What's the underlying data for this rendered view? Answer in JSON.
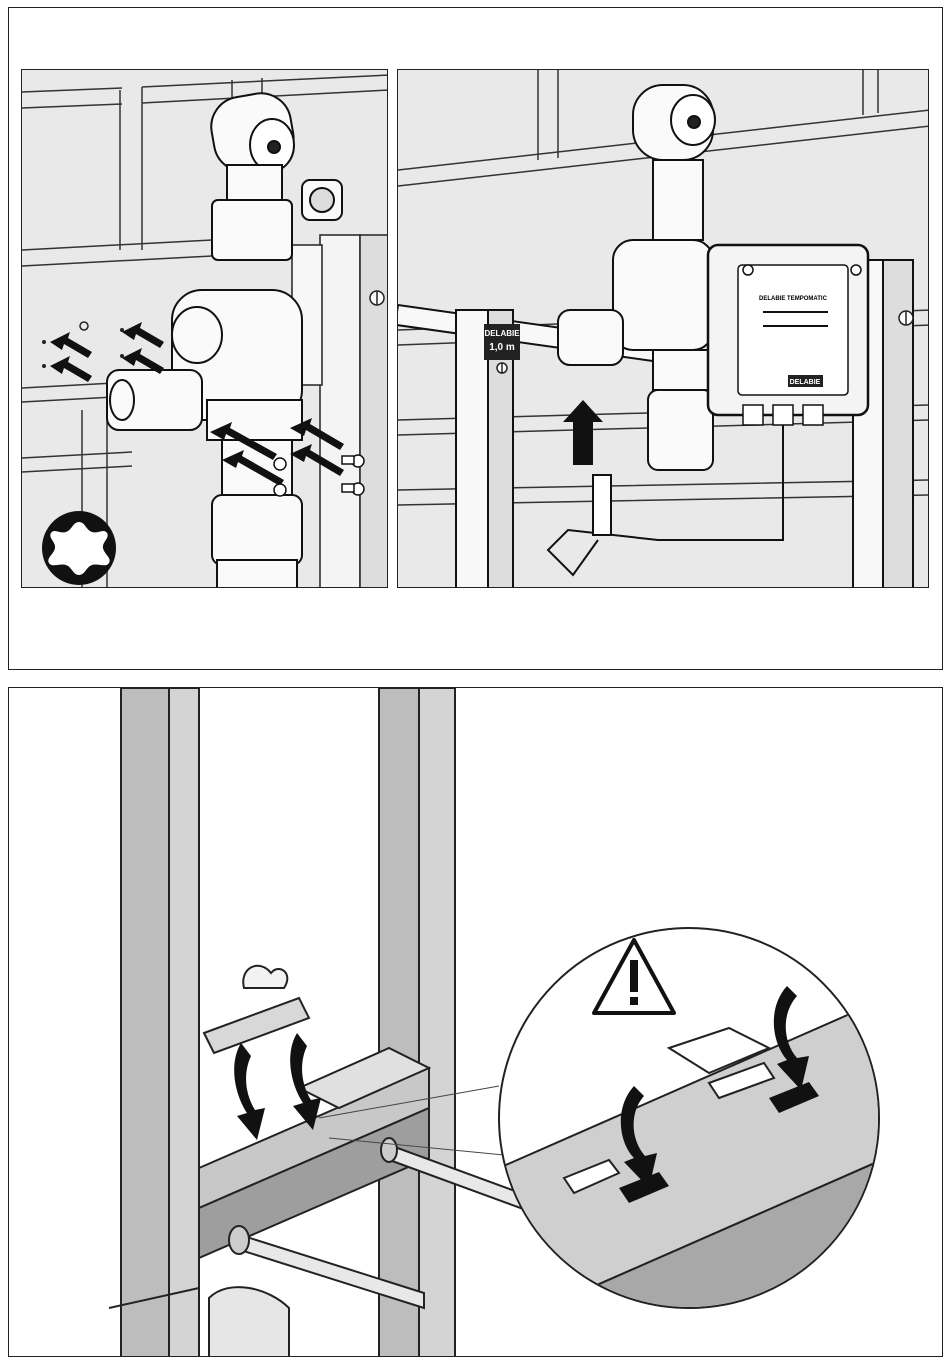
{
  "figure_top": {
    "left_panel": {
      "tool_icon": "torx-bit-icon"
    },
    "right_panel": {
      "marker_label_line1": "DELABIE",
      "marker_label_line2": "1,0 m",
      "box_label": "DELABIE TEMPOMATIC",
      "box_logo": "DELABIE"
    }
  },
  "figure_bottom": {
    "warning_icon": "warning-triangle-icon",
    "arrow_icon": "curved-arrow-down-icon"
  }
}
